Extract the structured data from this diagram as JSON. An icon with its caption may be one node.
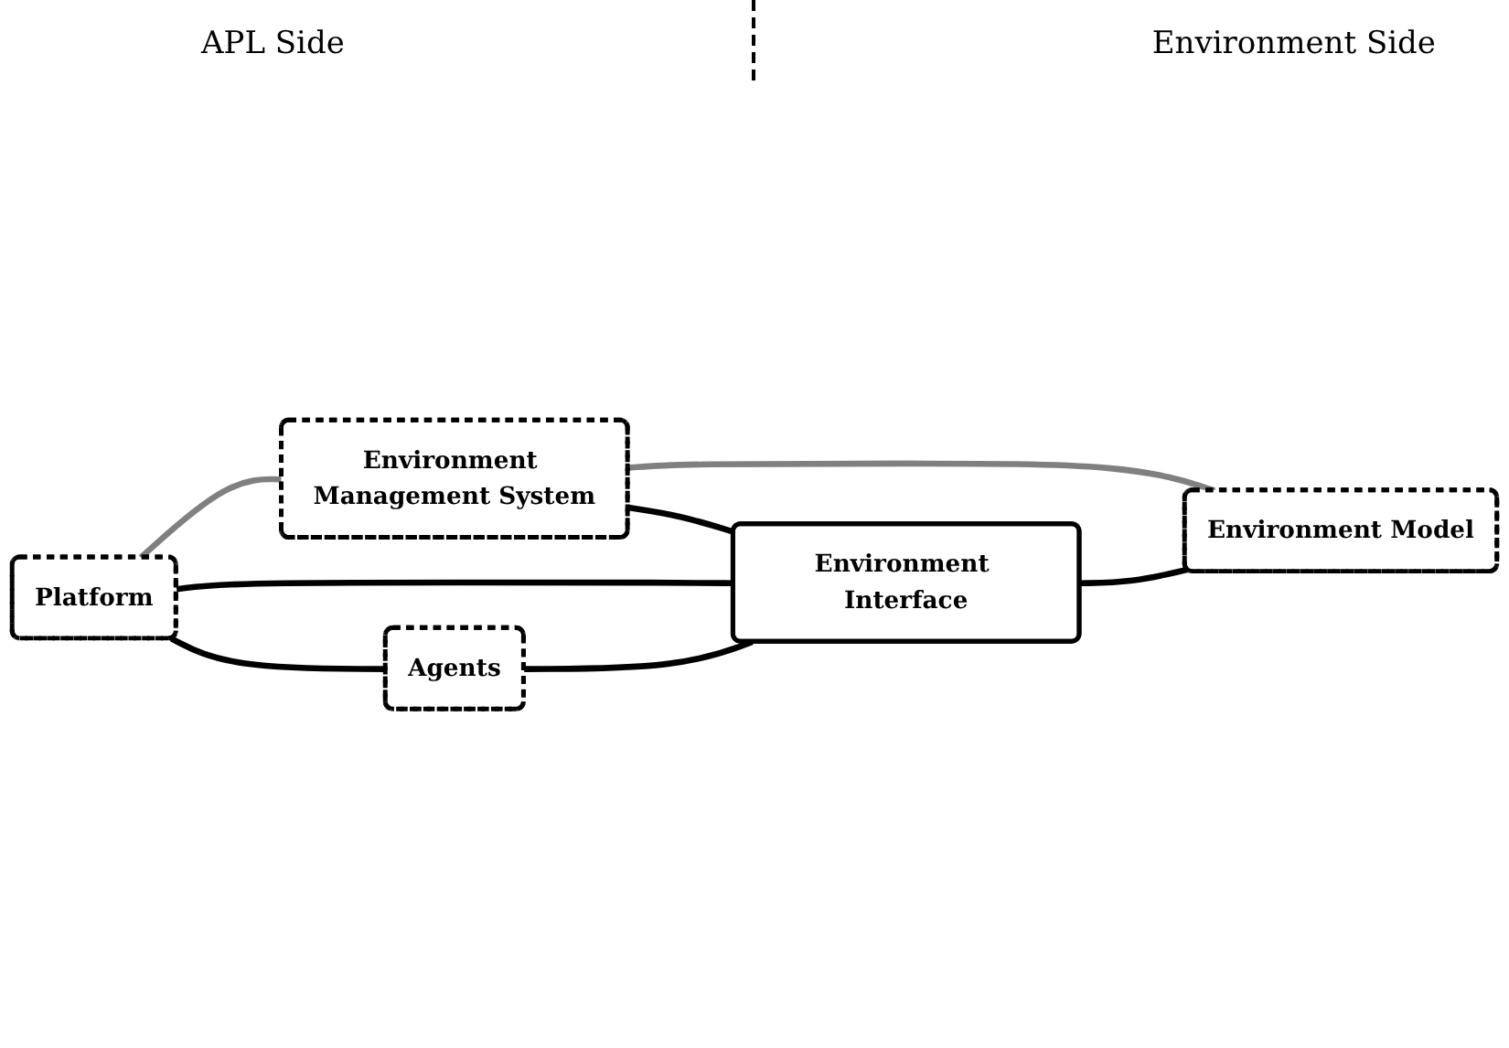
{
  "diagram": {
    "nodes": [
      {
        "text": [
          "Environment Management System"
        ]
      },
      {
        "text": [
          "Platform"
        ]
      },
      {
        "text": [
          "Environment Interface"
        ]
      },
      {
        "text": [
          "Environment Model"
        ]
      },
      {
        "text": [
          "Agents"
        ]
      }
    ],
    "edges": [
      {
        "from": 1,
        "to": 0,
        "arrow": "none",
        "color": "#808080"
      },
      {
        "from": 0,
        "to": 3,
        "arrow": "none",
        "color": "#808080"
      },
      {
        "from": 0,
        "to": 2,
        "arrow": "none"
      },
      {
        "from": 1,
        "to": 2,
        "arrow": "none"
      },
      {
        "from": 4,
        "to": 2,
        "arrow": "none"
      },
      {
        "from": 1,
        "to": 4,
        "arrow": "none"
      },
      {
        "from": 2,
        "to": 3,
        "arrow": "none"
      }
    ],
    "labels": [
      "APL Side",
      "Environment Side"
    ]
  }
}
